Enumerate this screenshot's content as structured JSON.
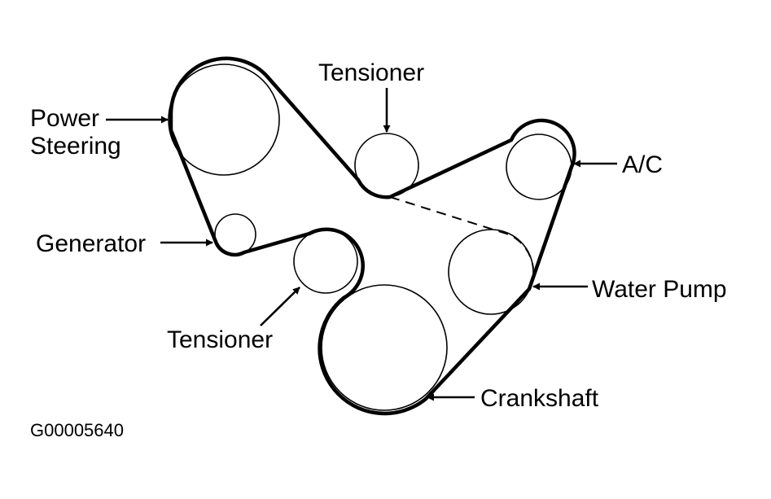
{
  "diagram": {
    "labels": {
      "power_steering_line1": "Power",
      "power_steering_line2": "Steering",
      "tensioner_top": "Tensioner",
      "ac": "A/C",
      "generator": "Generator",
      "water_pump": "Water Pump",
      "tensioner_bottom": "Tensioner",
      "crankshaft": "Crankshaft"
    },
    "figure_code": "G00005640",
    "colors": {
      "line": "#000000",
      "background": "#ffffff"
    }
  }
}
